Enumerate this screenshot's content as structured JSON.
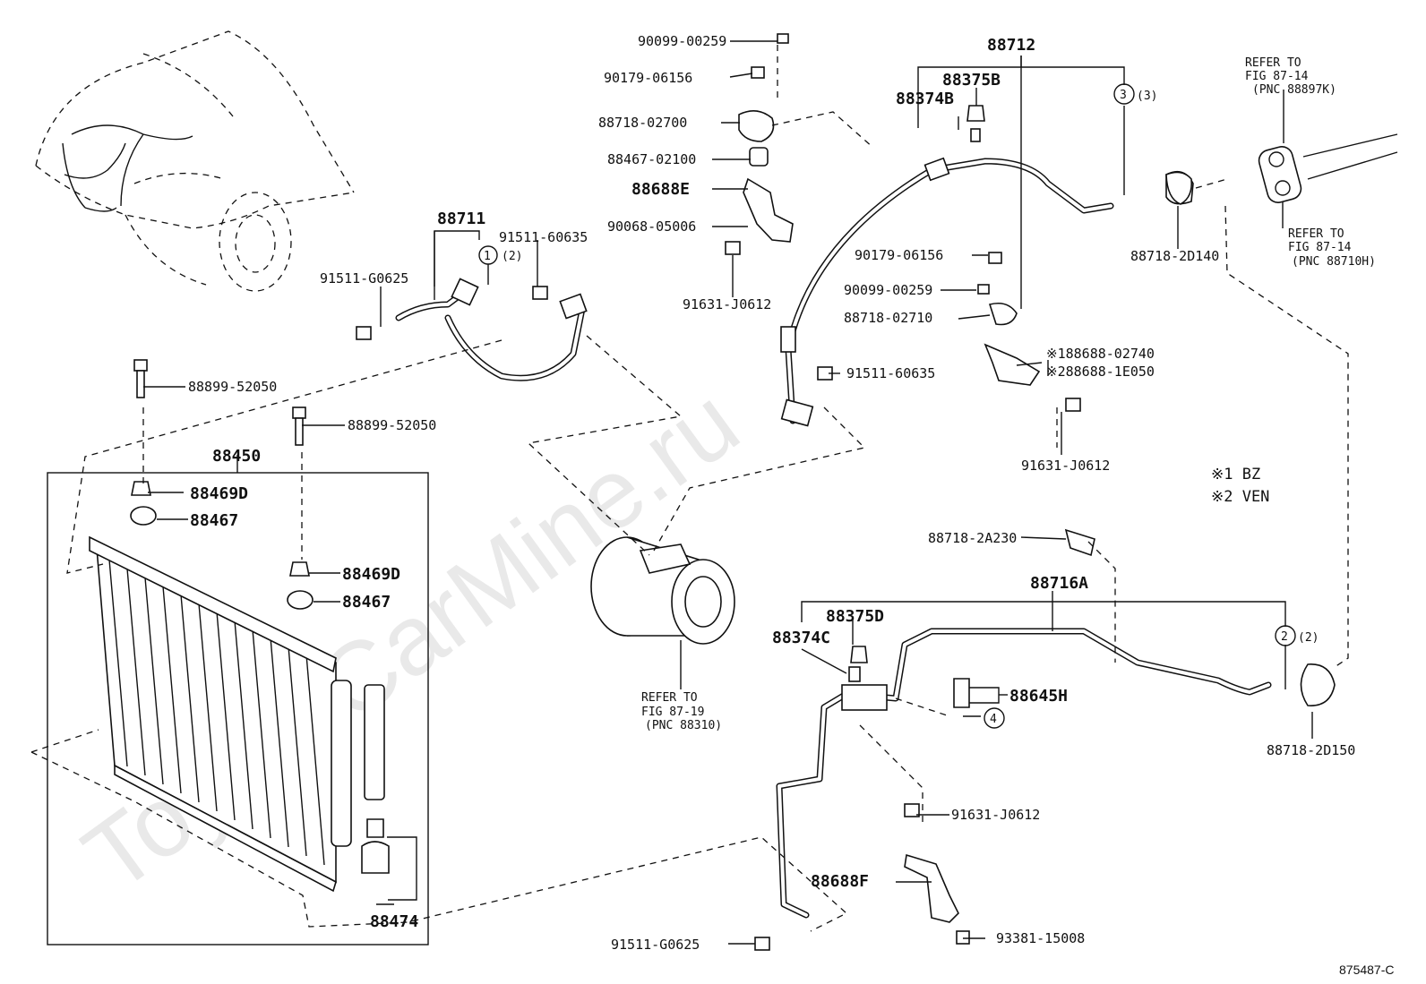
{
  "watermark": "ToyotaCarMine.ru",
  "figure_id": "875487-C",
  "refer_compressor": {
    "line1": "REFER TO",
    "line2": "FIG 87-19",
    "line3": "(PNC 88310)"
  },
  "refer_top": {
    "line1": "REFER TO",
    "line2": "FIG 87-14",
    "line3": "(PNC 88897K)"
  },
  "refer_mid": {
    "line1": "REFER TO",
    "line2": "FIG 87-14",
    "line3": "(PNC 88710H)"
  },
  "notes": {
    "n1": "※1 BZ",
    "n2": "※2 VEN"
  },
  "labels": {
    "p90099_a": "90099-00259",
    "p90179_a": "90179-06156",
    "p88718_02700": "88718-02700",
    "p88467_02100": "88467-02100",
    "p88688E": "88688E",
    "p90068": "90068-05006",
    "p91631_a": "91631-J0612",
    "p88711": "88711",
    "p91511_60635_a": "91511-60635",
    "p91511_G0625_a": "91511-G0625",
    "circle1": "1",
    "qty1": "(2)",
    "p88712": "88712",
    "p88375B": "88375B",
    "p88374B": "88374B",
    "circle3": "3",
    "qty3": "(3)",
    "p88718_2D140": "88718-2D140",
    "p90179_b": "90179-06156",
    "p90099_b": "90099-00259",
    "p88718_02710": "88718-02710",
    "p88688_02740": "※188688-02740",
    "p88688_1E050": "※288688-1E050",
    "p91511_60635_b": "91511-60635",
    "p91631_b": "91631-J0612",
    "p88899_a": "88899-52050",
    "p88899_b": "88899-52050",
    "p88450": "88450",
    "p88469D_a": "88469D",
    "p88467_a": "88467",
    "p88469D_b": "88469D",
    "p88467_b": "88467",
    "p88474": "88474",
    "p88718_2A230": "88718-2A230",
    "p88716A": "88716A",
    "p88375D": "88375D",
    "p88374C": "88374C",
    "circle2": "2",
    "qty2": "(2)",
    "p88645H": "88645H",
    "circle4": "4",
    "p88718_2D150": "88718-2D150",
    "p91631_c": "91631-J0612",
    "p88688F": "88688F",
    "p91511_G0625_b": "91511-G0625",
    "p93381": "93381-15008"
  }
}
